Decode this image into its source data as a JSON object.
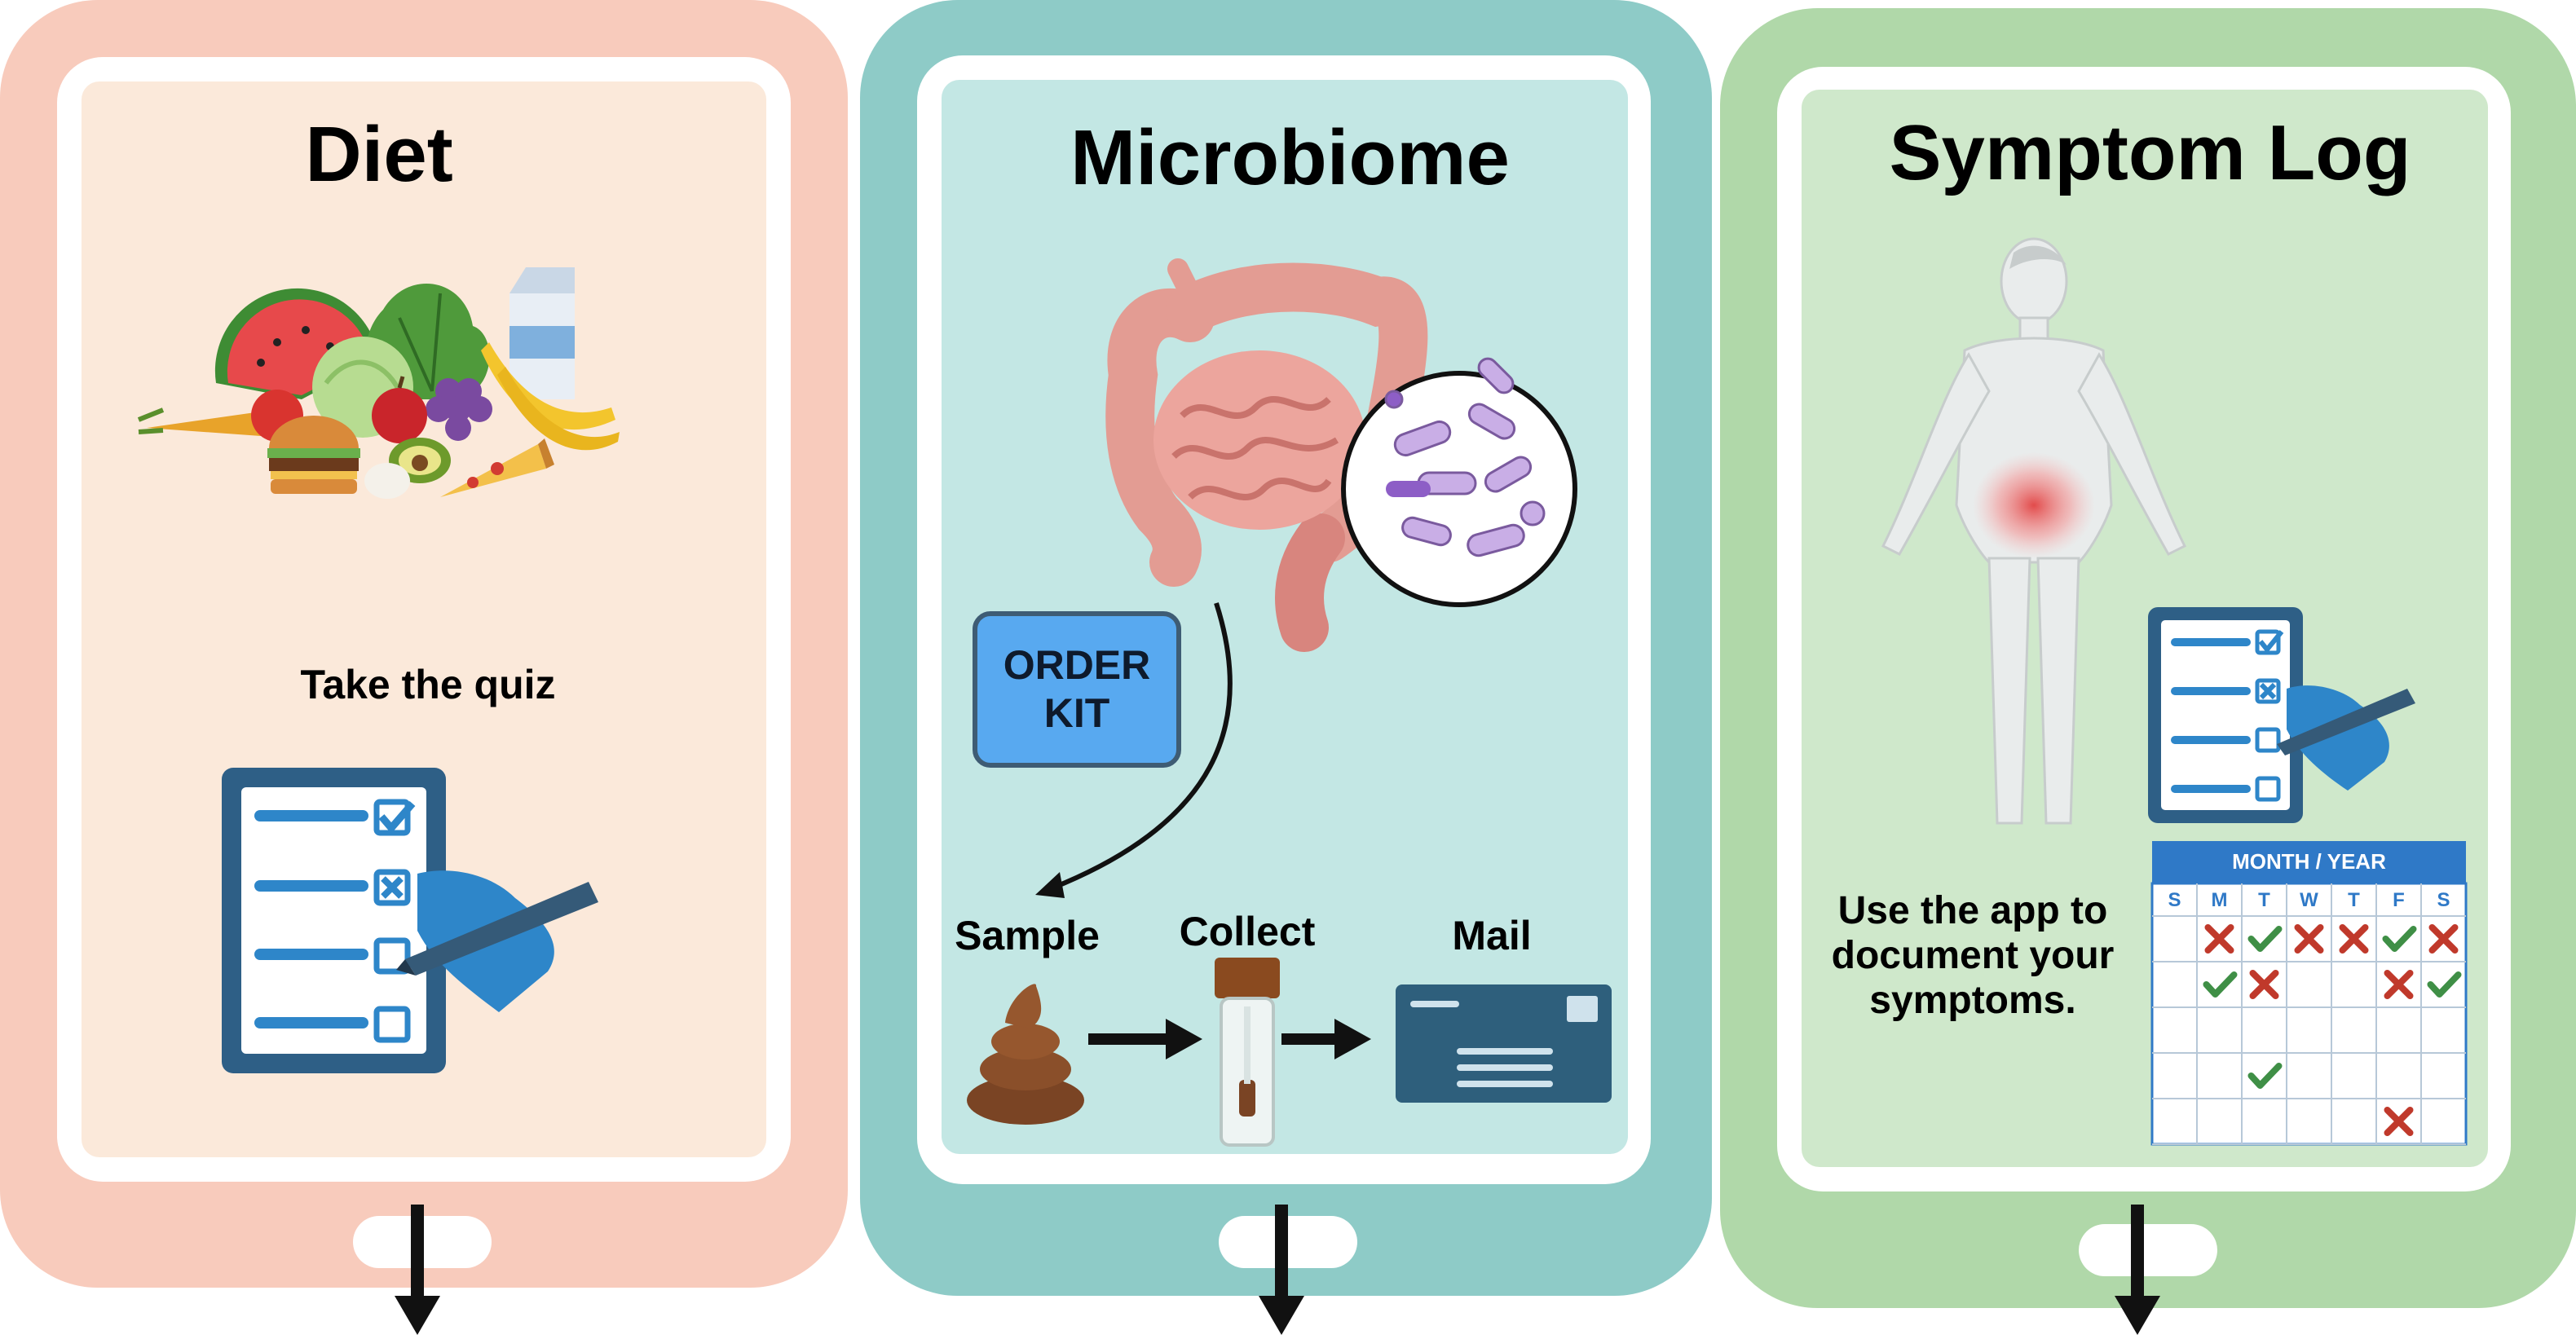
{
  "panels": {
    "diet": {
      "title": "Diet",
      "quiz_label": "Take the quiz",
      "colors": {
        "frame": "#f8cbbc",
        "screen": "#fbe9da"
      }
    },
    "microbiome": {
      "title": "Microbiome",
      "order_button": [
        "ORDER",
        "KIT"
      ],
      "steps": [
        "Sample",
        "Collect",
        "Mail"
      ],
      "colors": {
        "frame": "#8ecbc7",
        "screen": "#c3e7e4",
        "button": "#58a9f0"
      }
    },
    "symptom_log": {
      "title": "Symptom Log",
      "description": [
        "Use the app to",
        "document your",
        "symptoms."
      ],
      "calendar": {
        "header": "MONTH / YEAR",
        "weekdays": [
          "S",
          "M",
          "T",
          "W",
          "T",
          "F",
          "S"
        ],
        "marks": [
          [
            "",
            "x",
            "check",
            "x",
            "x",
            "check",
            "x"
          ],
          [
            "",
            "check",
            "x",
            "",
            "",
            "x",
            "check"
          ],
          [
            "",
            "",
            "",
            "",
            "",
            "",
            ""
          ],
          [
            "",
            "",
            "check",
            "",
            "",
            "",
            ""
          ],
          [
            "",
            "",
            "",
            "",
            "",
            "x",
            ""
          ]
        ]
      },
      "colors": {
        "frame": "#b0d8a9",
        "screen": "#cfe8cb",
        "calendar_header": "#2f79c7"
      }
    }
  }
}
